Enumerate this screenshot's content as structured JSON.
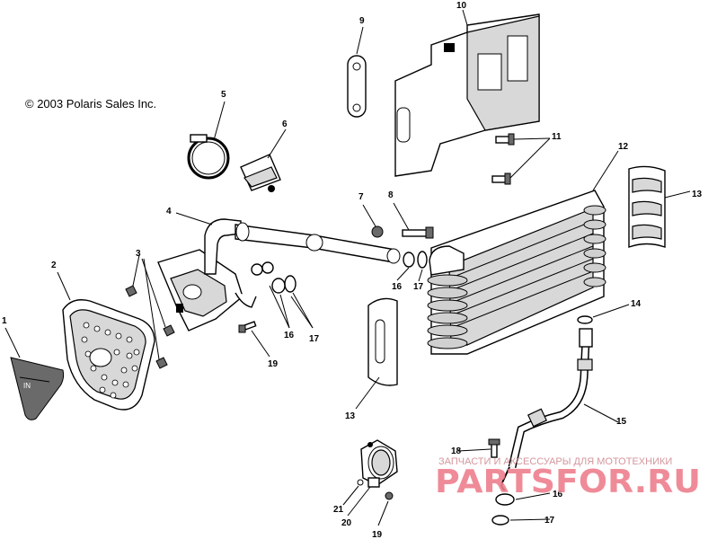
{
  "diagram": {
    "copyright": "© 2003 Polaris Sales Inc.",
    "callouts": [
      {
        "id": "c1",
        "label": "1"
      },
      {
        "id": "c2",
        "label": "2"
      },
      {
        "id": "c3",
        "label": "3"
      },
      {
        "id": "c4",
        "label": "4"
      },
      {
        "id": "c5",
        "label": "5"
      },
      {
        "id": "c6",
        "label": "6"
      },
      {
        "id": "c7",
        "label": "7"
      },
      {
        "id": "c8",
        "label": "8"
      },
      {
        "id": "c9",
        "label": "9"
      },
      {
        "id": "c10",
        "label": "10"
      },
      {
        "id": "c11",
        "label": "11"
      },
      {
        "id": "c12",
        "label": "12"
      },
      {
        "id": "c13a",
        "label": "13"
      },
      {
        "id": "c13b",
        "label": "13"
      },
      {
        "id": "c14",
        "label": "14"
      },
      {
        "id": "c15",
        "label": "15"
      },
      {
        "id": "c16a",
        "label": "16"
      },
      {
        "id": "c16b",
        "label": "16"
      },
      {
        "id": "c16c",
        "label": "16"
      },
      {
        "id": "c17a",
        "label": "17"
      },
      {
        "id": "c17b",
        "label": "17"
      },
      {
        "id": "c17c",
        "label": "17"
      },
      {
        "id": "c18",
        "label": "18"
      },
      {
        "id": "c19a",
        "label": "19"
      },
      {
        "id": "c19b",
        "label": "19"
      },
      {
        "id": "c20",
        "label": "20"
      },
      {
        "id": "c21",
        "label": "21"
      }
    ]
  },
  "watermark": {
    "top_text": "ЗАПЧАСТИ И АКСЕССУАРЫ ДЛЯ МОТОТЕХНИКИ",
    "main_text": "PARTSFOR.RU",
    "color": "#ee7f8d"
  }
}
